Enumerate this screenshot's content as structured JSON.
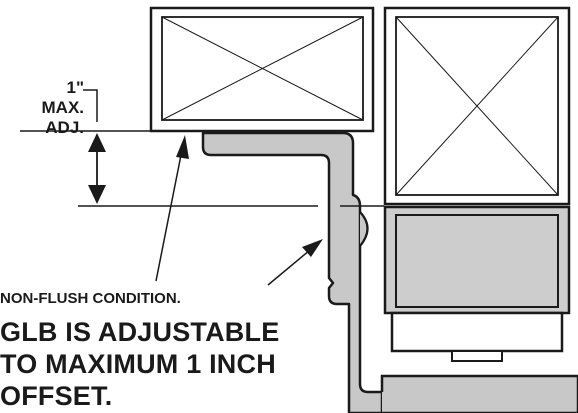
{
  "dimension": {
    "value": "1\"",
    "line2": "MAX.",
    "line3": "ADJ."
  },
  "note": "NON-FLUSH CONDITION.",
  "callout": {
    "line1": "GLB IS ADJUSTABLE",
    "line2": "TO MAXIMUM 1 INCH",
    "line3": "OFFSET."
  },
  "colors": {
    "ink": "#1a1a1a",
    "metal": "#c8c8c8",
    "box_fill": "#cdcdcd",
    "paper": "#ffffff"
  }
}
